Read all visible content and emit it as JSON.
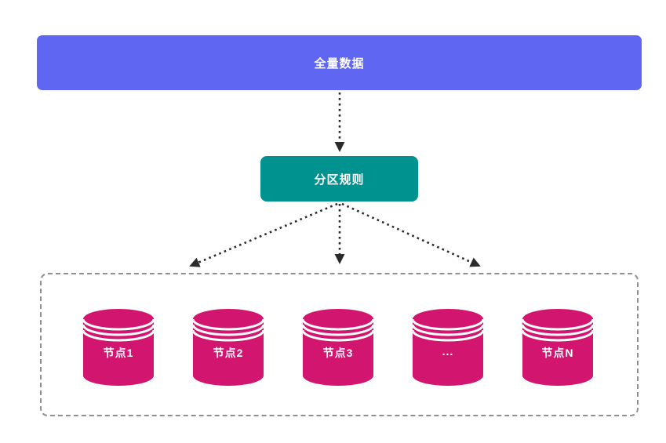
{
  "diagram": {
    "title_node": {
      "label": "全量数据"
    },
    "rule_node": {
      "label": "分区规则"
    },
    "nodes": [
      {
        "label": "节点1"
      },
      {
        "label": "节点2"
      },
      {
        "label": "节点3"
      },
      {
        "label": "..."
      },
      {
        "label": "节点N"
      }
    ],
    "colors": {
      "full_data_bg": "#5f66f1",
      "partition_rule_bg": "#00928f",
      "node_cylinder": "#d2156e",
      "arrow": "#2b2b2b",
      "container_border": "#8f8f8f",
      "text": "#ffffff"
    },
    "icons": {
      "node_icon": "database-cylinder-icon"
    }
  }
}
